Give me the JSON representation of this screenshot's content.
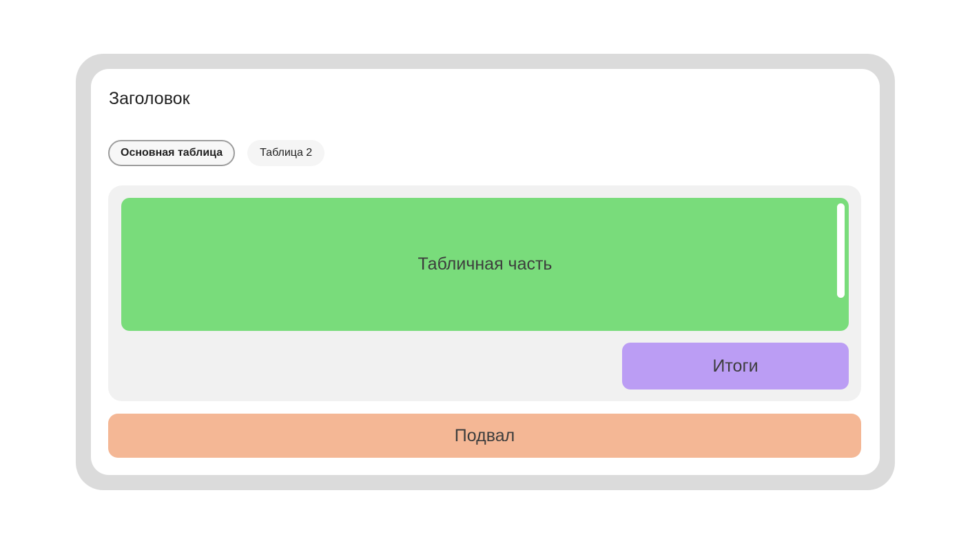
{
  "header": {
    "title": "Заголовок"
  },
  "tabs": [
    {
      "label": "Основная таблица",
      "active": true
    },
    {
      "label": "Таблица 2",
      "active": false
    }
  ],
  "blocks": {
    "table_label": "Табличная часть",
    "totals_label": "Итоги",
    "footer_label": "Подвал"
  },
  "colors": {
    "frame": "#dbdbdb",
    "card": "#ffffff",
    "panel": "#f1f1f1",
    "table": "#79dc7b",
    "totals": "#bb9df4",
    "footer": "#f4b795",
    "scrollbar": "#ffffff",
    "tab_active_bg": "#f7f7f7",
    "tab_active_border": "#9c9c9c",
    "tab_bg": "#f5f5f5",
    "text_dark": "#212121",
    "block_text": "#3d3d3d"
  }
}
